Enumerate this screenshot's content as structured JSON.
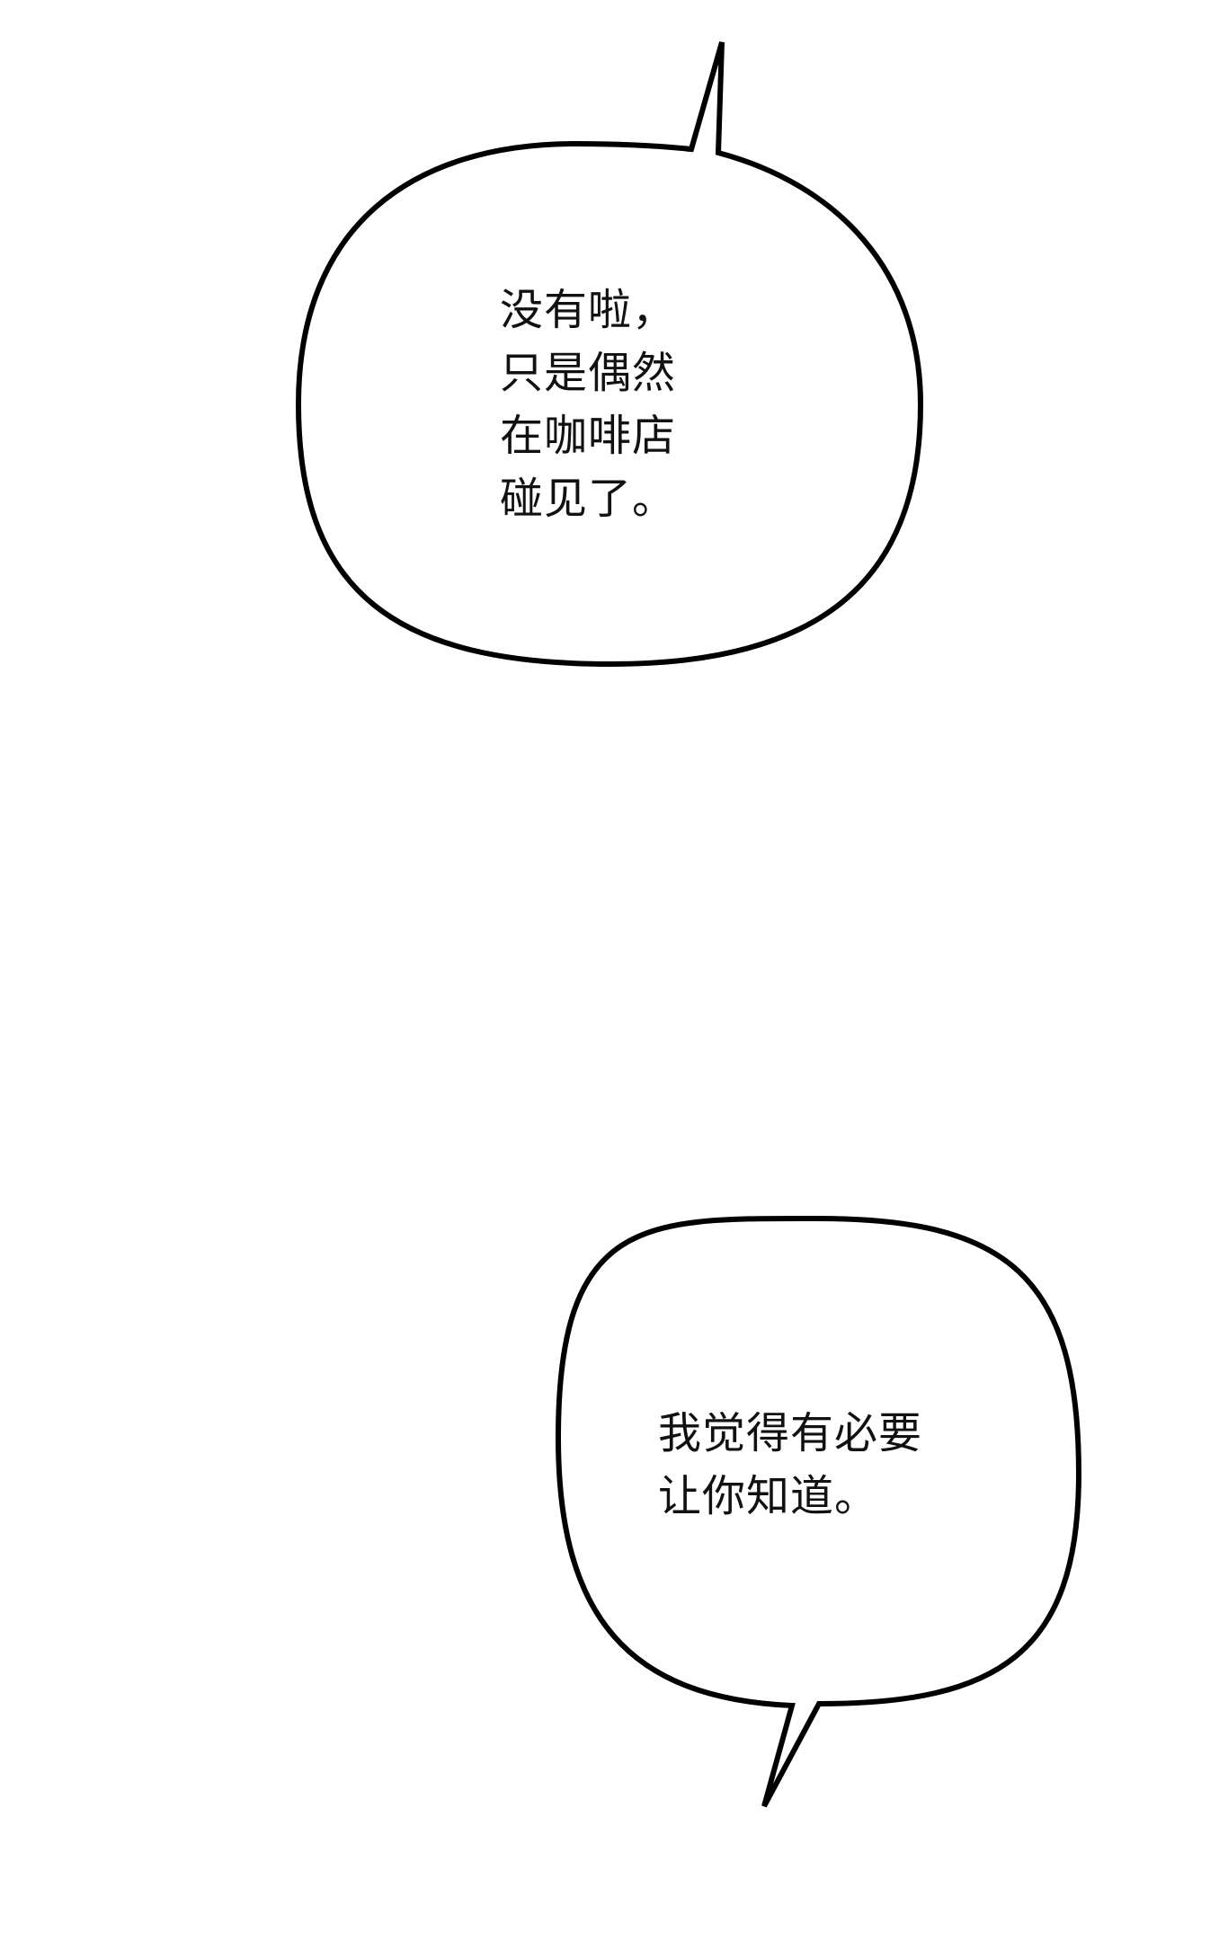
{
  "bubbles": [
    {
      "lines": [
        "没有啦，",
        "只是偶然",
        "在咖啡店",
        "碰见了。"
      ]
    },
    {
      "lines": [
        "我觉得有必要",
        "让你知道。"
      ]
    }
  ],
  "colors": {
    "background": "#ffffff",
    "stroke": "#000000",
    "text": "#111111"
  }
}
